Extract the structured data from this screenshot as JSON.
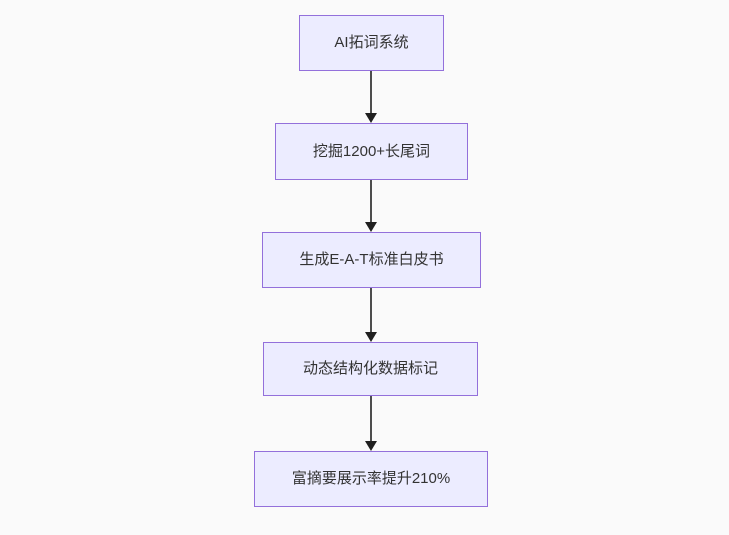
{
  "diagram": {
    "type": "flowchart",
    "direction": "top-down",
    "colors": {
      "node_fill": "#ECECFF",
      "node_border": "#9370DB",
      "node_text": "#333333",
      "arrow_line": "#4d4d4d",
      "arrow_head": "#1f1f1f",
      "background": "#fafafa"
    },
    "nodes": [
      {
        "id": "n1",
        "label": "AI拓词系统"
      },
      {
        "id": "n2",
        "label": "挖掘1200+长尾词"
      },
      {
        "id": "n3",
        "label": "生成E-A-T标准白皮书"
      },
      {
        "id": "n4",
        "label": "动态结构化数据标记"
      },
      {
        "id": "n5",
        "label": "富摘要展示率提升210%"
      }
    ],
    "edges": [
      {
        "from": "n1",
        "to": "n2"
      },
      {
        "from": "n2",
        "to": "n3"
      },
      {
        "from": "n3",
        "to": "n4"
      },
      {
        "from": "n4",
        "to": "n5"
      }
    ]
  }
}
